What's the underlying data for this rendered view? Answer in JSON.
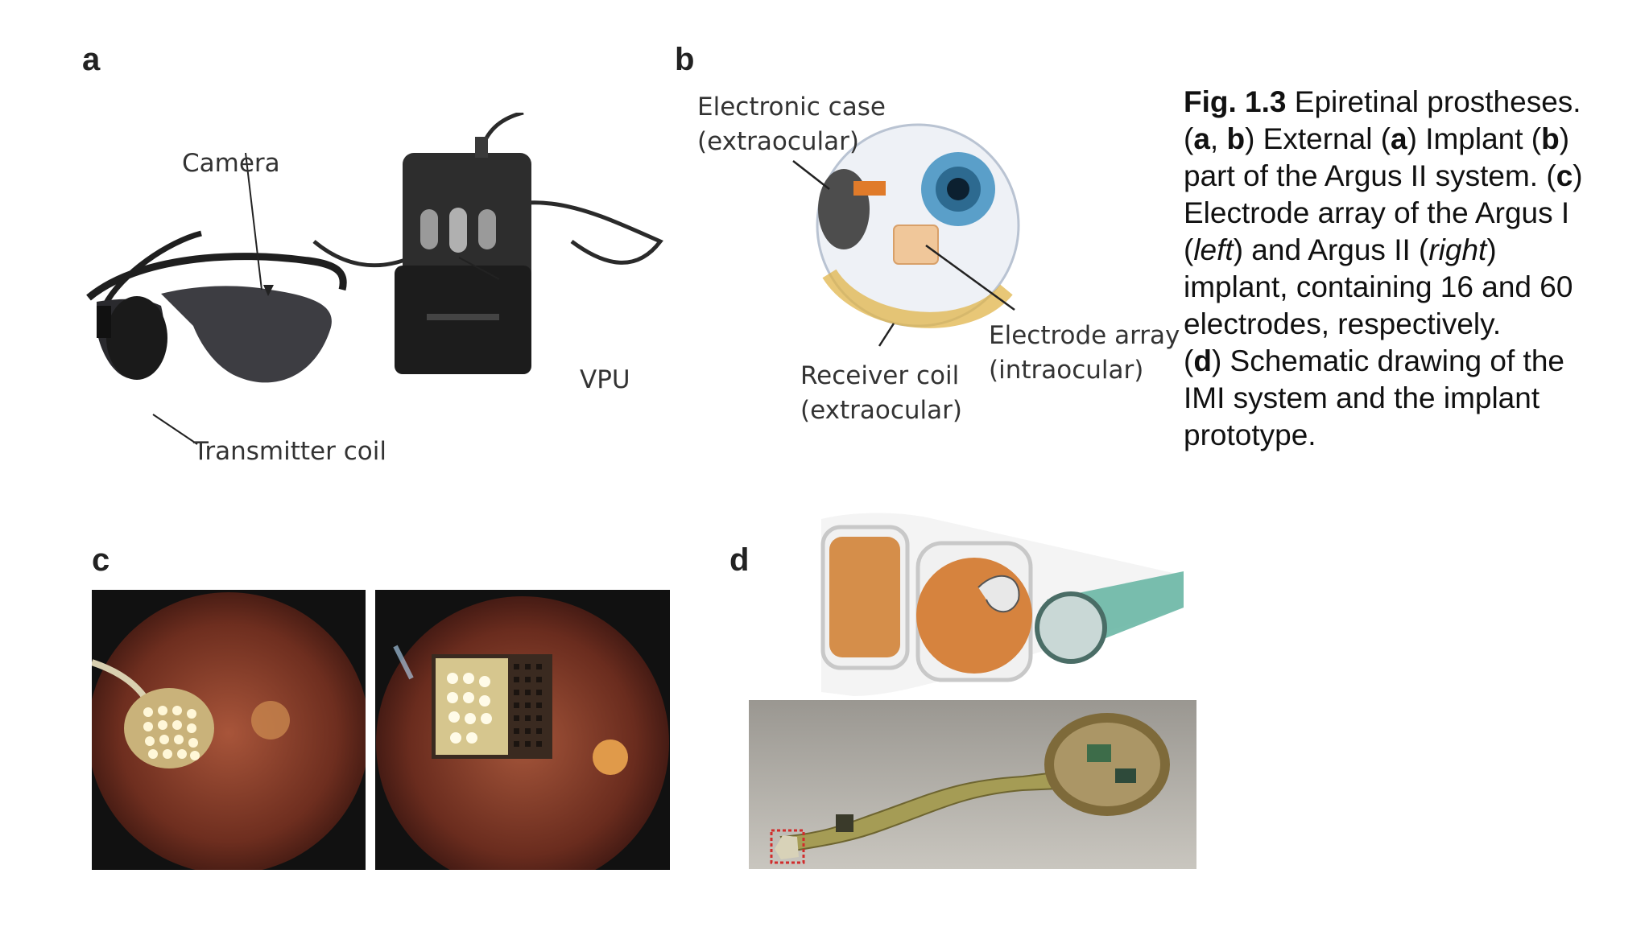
{
  "panels": {
    "a": {
      "letter": "a",
      "labels": {
        "camera": "Camera",
        "vpu": "VPU",
        "transmitter": "Transmitter coil"
      }
    },
    "b": {
      "letter": "b",
      "labels": {
        "case_line1": "Electronic case",
        "case_line2": "(extraocular)",
        "array_line1": "Electrode array",
        "array_line2": "(intraocular)",
        "coil_line1": "Receiver coil",
        "coil_line2": "(extraocular)"
      }
    },
    "c": {
      "letter": "c"
    },
    "d": {
      "letter": "d"
    }
  },
  "caption": {
    "fig": "Fig. 1.3",
    "t1": " Epiretinal prostheses. (",
    "a1": "a",
    "t2": ", ",
    "b1": "b",
    "t3": ") External (",
    "a2": "a",
    "t4": ") Implant (",
    "b2": "b",
    "t5": ") part of the Argus II system. (",
    "c1": "c",
    "t6": ") Electrode array of the Argus I (",
    "left": "left",
    "t7": ") and Argus II (",
    "right": "right",
    "t8": ") implant, containing 16 and 60 electrodes, respectively.",
    "d1": "d",
    "t9": ") Schematic drawing of the IMI system and the implant prototype."
  }
}
